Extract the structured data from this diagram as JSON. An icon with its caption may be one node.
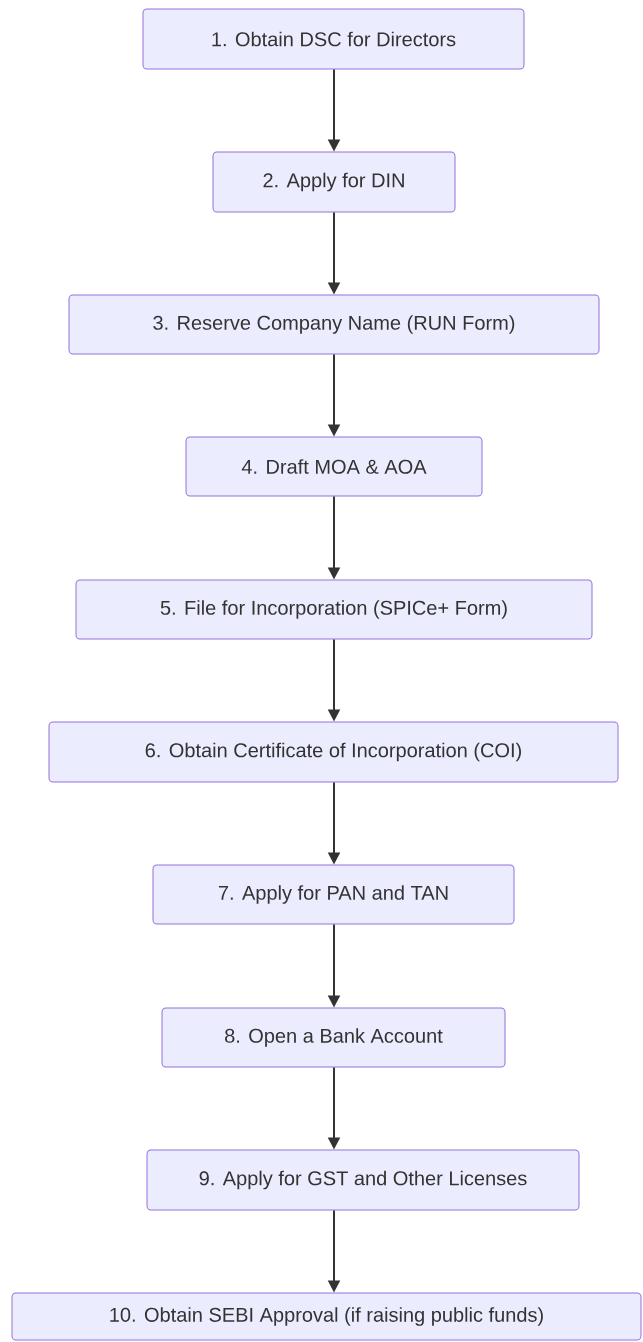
{
  "diagram": {
    "nodes": [
      {
        "text": [
          "1. Obtain DSC for Directors"
        ]
      },
      {
        "text": [
          "2. Apply for DIN"
        ]
      },
      {
        "text": [
          "3. Reserve Company Name (RUN Form)"
        ]
      },
      {
        "text": [
          "4. Draft MOA & AOA"
        ]
      },
      {
        "text": [
          "5. File for Incorporation (SPICe+ Form)"
        ]
      },
      {
        "text": [
          "6. Obtain Certificate of Incorporation (COI)"
        ]
      },
      {
        "text": [
          "7. Apply for PAN and TAN"
        ]
      },
      {
        "text": [
          "8. Open a Bank Account"
        ]
      },
      {
        "text": [
          "9. Apply for GST and Other Licenses"
        ]
      },
      {
        "text": [
          "10. Obtain SEBI Approval (if raising public funds)"
        ]
      }
    ],
    "edges": [
      {
        "from": 0,
        "to": 1,
        "arrow": "to"
      },
      {
        "from": 1,
        "to": 2,
        "arrow": "to"
      },
      {
        "from": 2,
        "to": 3,
        "arrow": "to"
      },
      {
        "from": 3,
        "to": 4,
        "arrow": "to"
      },
      {
        "from": 4,
        "to": 5,
        "arrow": "to"
      },
      {
        "from": 5,
        "to": 6,
        "arrow": "to"
      },
      {
        "from": 6,
        "to": 7,
        "arrow": "to"
      },
      {
        "from": 7,
        "to": 8,
        "arrow": "to"
      },
      {
        "from": 8,
        "to": 9,
        "arrow": "to"
      }
    ]
  }
}
